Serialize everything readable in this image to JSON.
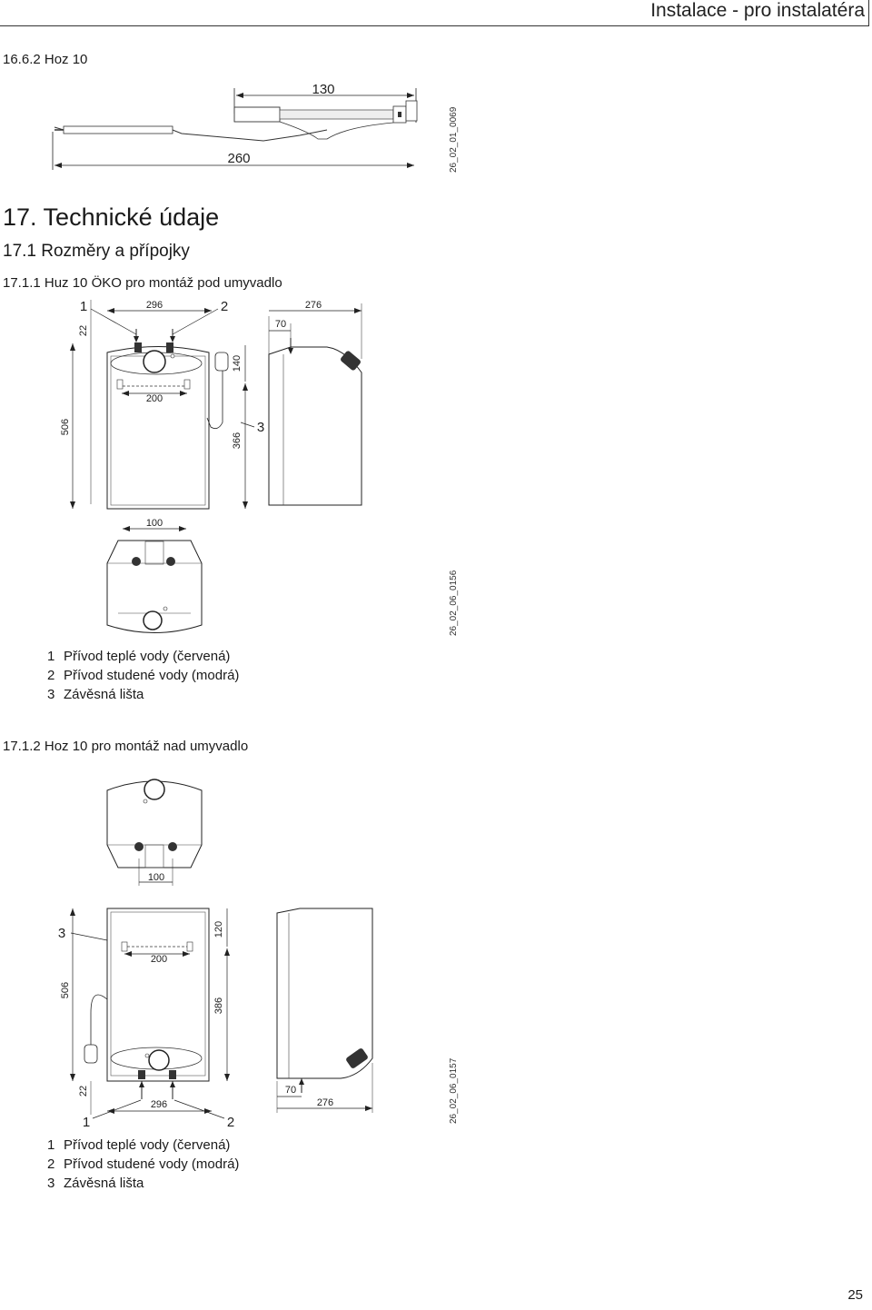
{
  "header": {
    "title": "Instalace - pro instalatéra"
  },
  "section_1662": {
    "heading": "16.6.2 Hoz 10",
    "dims": {
      "d130": "130",
      "d260": "260"
    },
    "code": "26_02_01_0069"
  },
  "section_17": {
    "heading": "17.  Technické údaje"
  },
  "section_171": {
    "heading": "17.1   Rozměry a přípojky"
  },
  "section_1711": {
    "heading": "17.1.1   Huz 10 ÖKO pro montáž pod umyvadlo",
    "labels": {
      "n1": "1",
      "n2": "2",
      "n3": "3"
    },
    "dims": {
      "d296": "296",
      "d276": "276",
      "d22": "22",
      "d70": "70",
      "d140": "140",
      "d200": "200",
      "d506": "506",
      "d366": "366",
      "d100": "100"
    },
    "code": "26_02_06_0156",
    "legend": [
      {
        "num": "1",
        "text": "Přívod teplé vody (červená)"
      },
      {
        "num": "2",
        "text": "Přívod studené vody (modrá)"
      },
      {
        "num": "3",
        "text": "Závěsná lišta"
      }
    ]
  },
  "section_1712": {
    "heading": "17.1.2   Hoz 10 pro montáž nad umyvadlo",
    "labels": {
      "n1": "1",
      "n2": "2",
      "n3": "3"
    },
    "dims": {
      "d100": "100",
      "d120": "120",
      "d200": "200",
      "d506": "506",
      "d386": "386",
      "d22": "22",
      "d296": "296",
      "d70": "70",
      "d276": "276"
    },
    "code": "26_02_06_0157",
    "legend": [
      {
        "num": "1",
        "text": "Přívod teplé vody (červená)"
      },
      {
        "num": "2",
        "text": "Přívod studené vody (modrá)"
      },
      {
        "num": "3",
        "text": "Závěsná lišta"
      }
    ]
  },
  "footer": {
    "page_number": "25"
  }
}
